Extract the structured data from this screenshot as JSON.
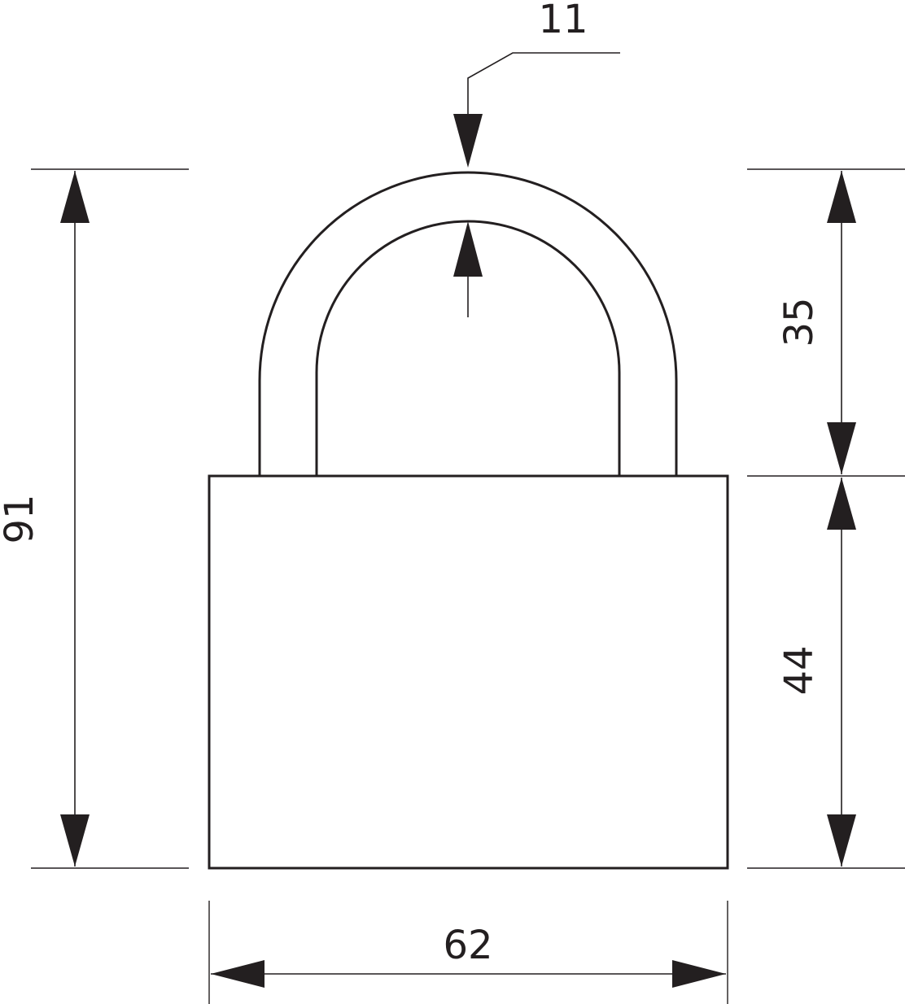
{
  "diagram": {
    "dimensions": {
      "shackle_thickness": "11",
      "total_height": "91",
      "shackle_height": "35",
      "body_height": "44",
      "body_width": "62"
    },
    "colors": {
      "line": "#231f20",
      "background": "#ffffff"
    }
  }
}
